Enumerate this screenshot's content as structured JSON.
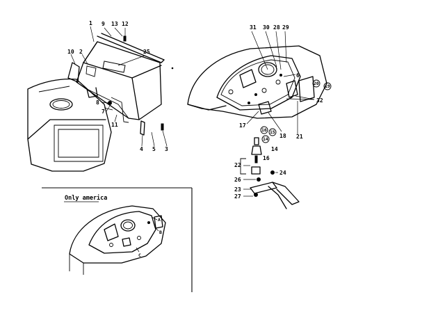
{
  "diagram": {
    "inset_title": "Only america",
    "left_assembly_labels": {
      "l1": "1",
      "l9": "9",
      "l13": "13",
      "l12": "12",
      "l10": "10",
      "l2": "2",
      "l25": "25",
      "l8": "8",
      "l7": "7",
      "l11": "11",
      "l4": "4",
      "l5": "5",
      "l3": "3"
    },
    "right_assembly_labels": {
      "l31": "31",
      "l30": "30",
      "l28": "28",
      "l29": "29",
      "l6": "6",
      "l20": "20",
      "l19": "19",
      "l32": "32",
      "l17": "17",
      "l18": "18",
      "l21": "21",
      "l16": "16",
      "l15": "15",
      "l14": "14",
      "l14b": "14",
      "l16b": "16"
    },
    "lower_right_labels": {
      "l22": "22",
      "l24": "24",
      "l26": "26",
      "l23": "23",
      "l27": "27"
    },
    "inset_labels": {
      "a": "A",
      "b": "B",
      "c": "C"
    }
  }
}
